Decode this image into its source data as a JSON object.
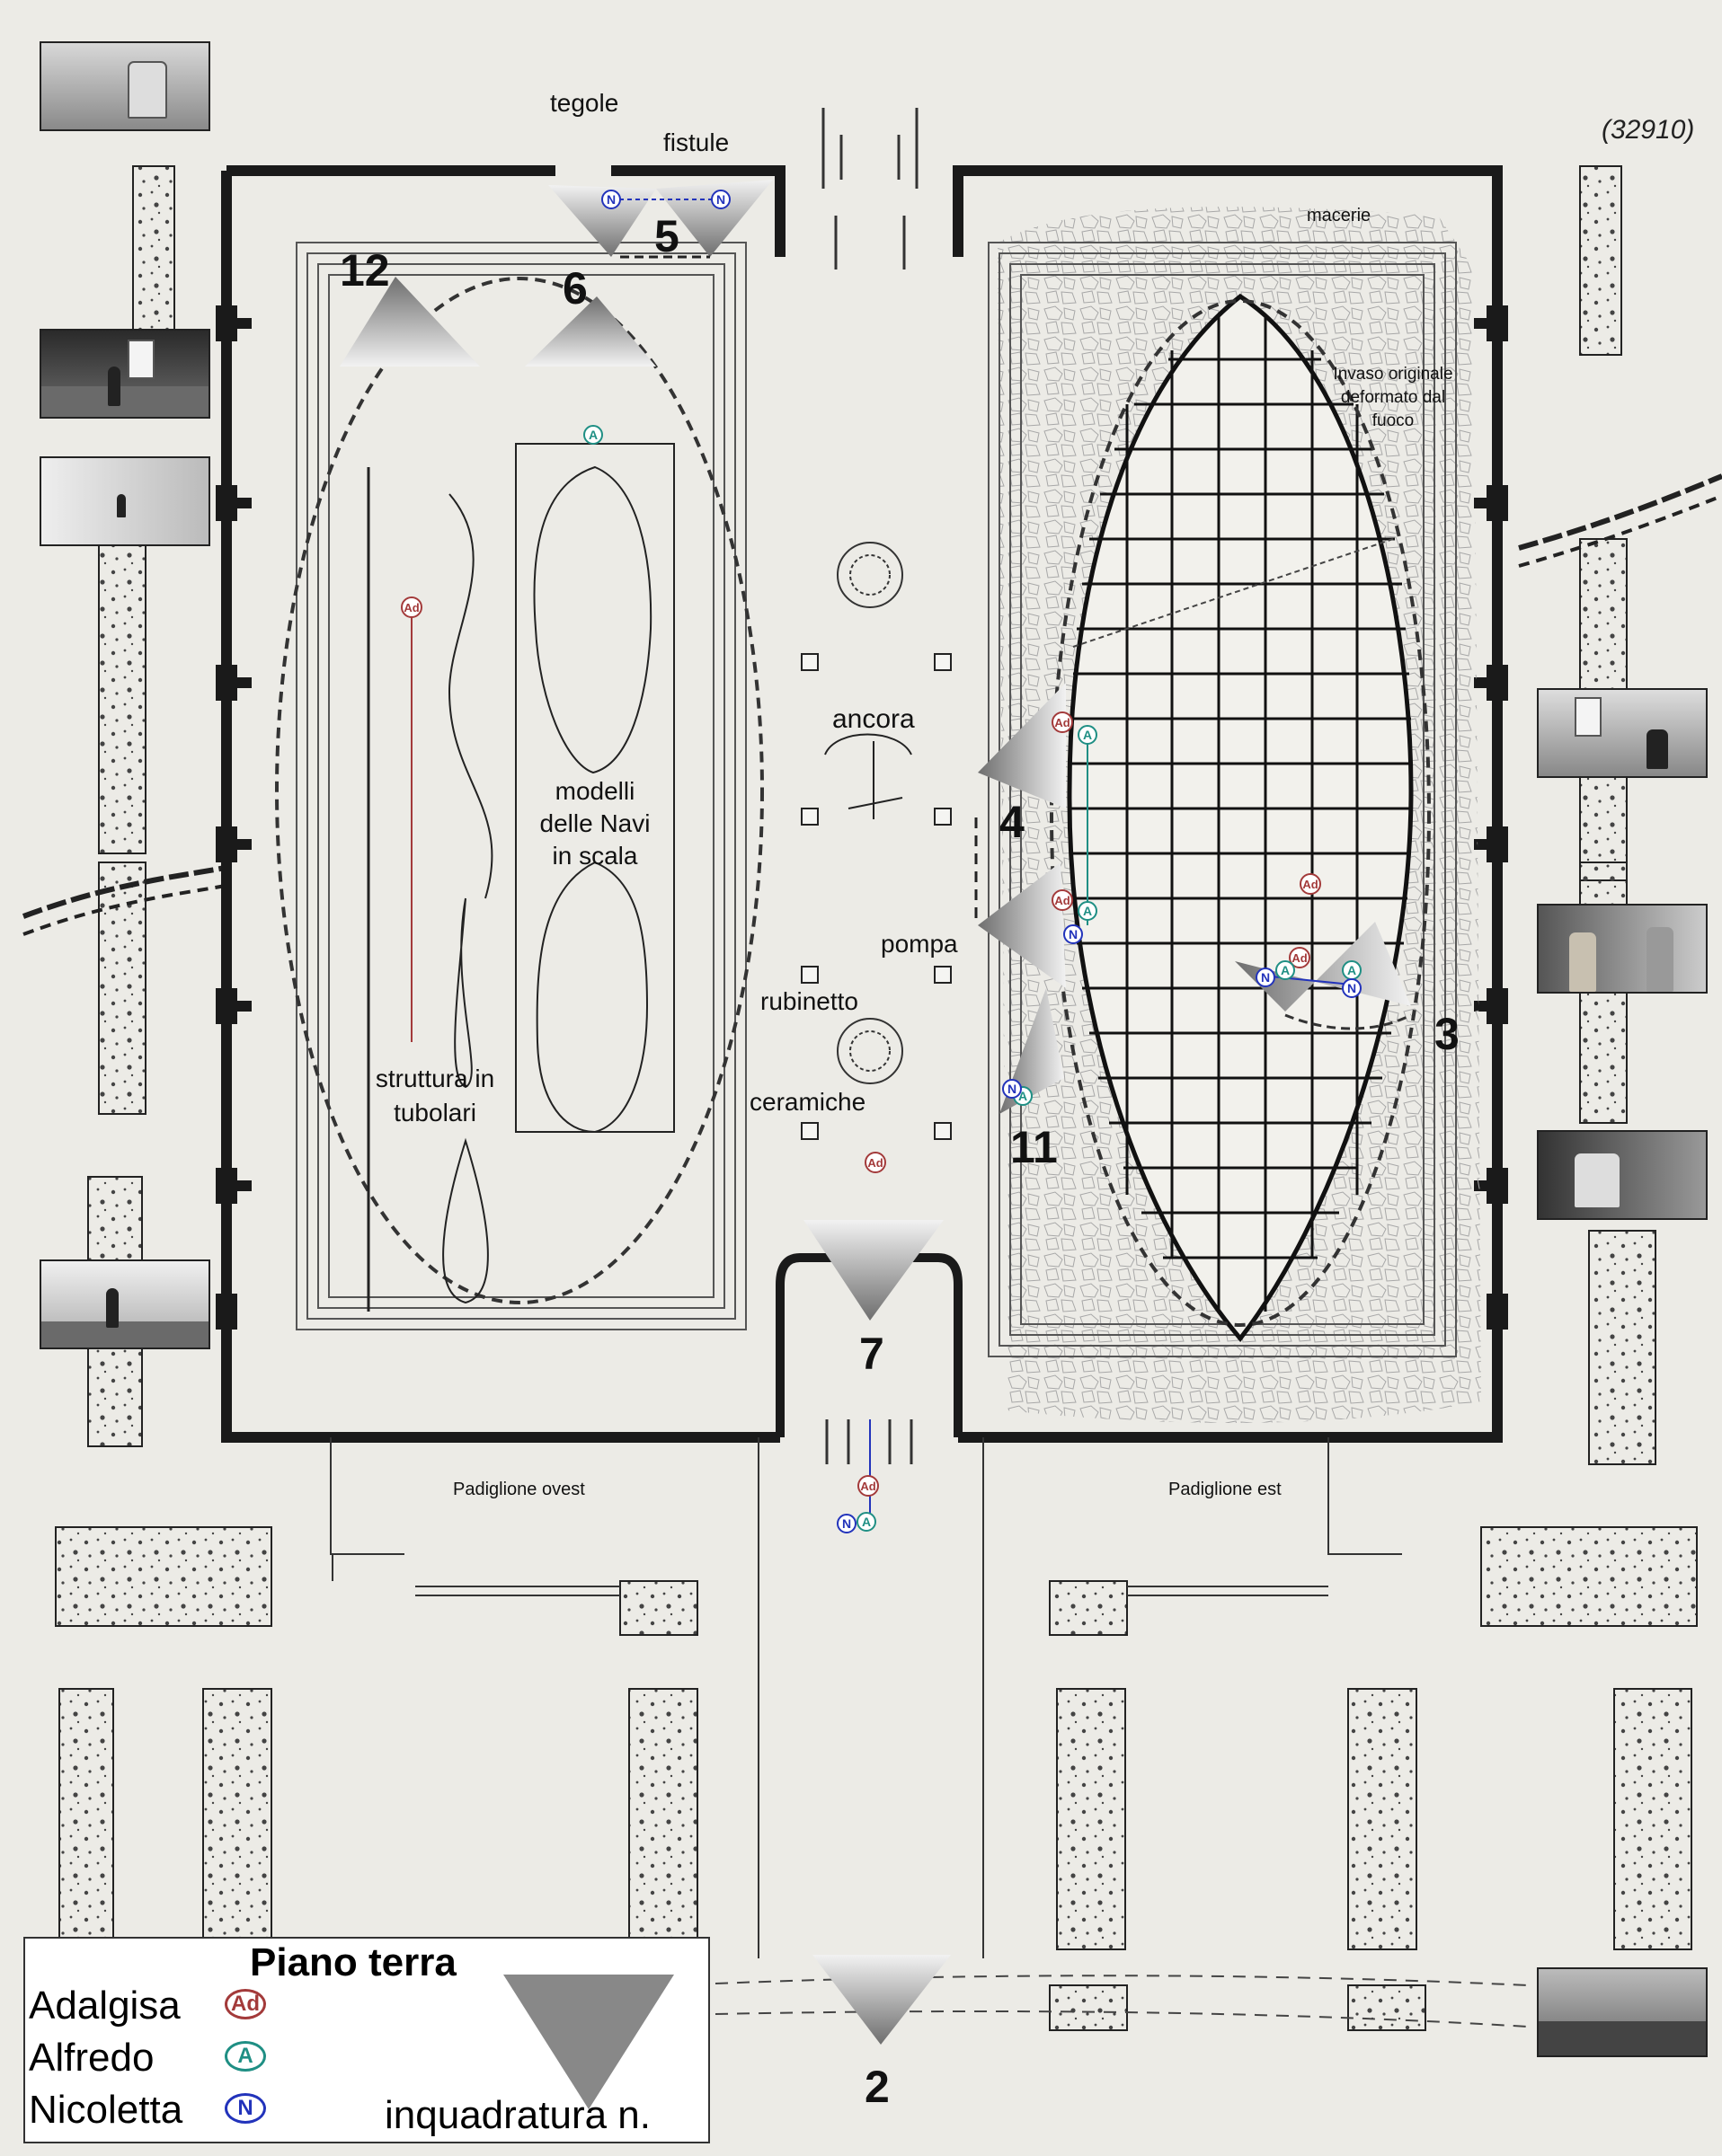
{
  "catalog_number": "(32910)",
  "labels": {
    "tegole": "tegole",
    "fistule": "fistule",
    "macerie": "macerie",
    "invaso": "Invaso originale deformato dal fuoco",
    "ancora": "ancora",
    "modelli": "modelli delle Navi in scala",
    "pompa": "pompa",
    "rubinetto": "rubinetto",
    "ceramiche": "ceramiche",
    "struttura": "struttura in tubolari",
    "padiglione_ovest": "Padiglione ovest",
    "padiglione_est": "Padiglione est"
  },
  "shots": [
    "12",
    "6",
    "5",
    "4",
    "3",
    "11",
    "7",
    "2"
  ],
  "markers": {
    "adalgisa": "Ad",
    "alfredo": "A",
    "nicoletta": "N"
  },
  "colors": {
    "adalgisa": "#a33a3a",
    "alfredo": "#1f8f84",
    "nicoletta": "#2233bb",
    "wall": "#1a1a1a"
  },
  "legend": {
    "title": "Piano terra",
    "adalgisa": "Adalgisa",
    "alfredo": "Alfredo",
    "nicoletta": "Nicoletta",
    "shot_caption": "inquadratura n."
  }
}
